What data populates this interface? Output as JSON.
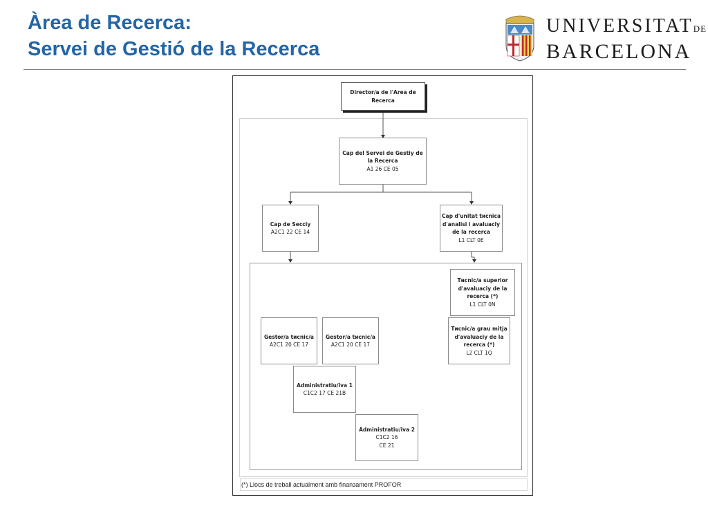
{
  "title": {
    "line1": "Àrea de Recerca:",
    "line2": "Servei de Gestió de la Recerca"
  },
  "logo": {
    "word1": "UNIVERSITAT",
    "word_de": "DE",
    "word2": "BARCELONA",
    "crest_icon": "university-crest-icon"
  },
  "org_chart": {
    "director": {
      "title": "Director/a de l'Area de Recerca"
    },
    "cap_servei": {
      "title": "Cap del Servei de Gestiy de la Recerca",
      "code": "A1 26 CE 05"
    },
    "cap_seccio": {
      "title": "Cap de Secciy",
      "code": "A2C1 22 CE 14"
    },
    "cap_unitat": {
      "title": "Cap d'unitat tиcnica d'analisi i avaluaciy de la recerca",
      "code": "L1 CLT 0E"
    },
    "tecnic_superior": {
      "title": "Tиcnic/a superior d'avaluaciy de la recerca (*)",
      "code": "L1 CLT 0N"
    },
    "tecnic_grau_mitja": {
      "title": "Tиcnic/a grau mitja d'avaluaciy de la recerca (*)",
      "code": "L2 CLT 1Q"
    },
    "gestor_1": {
      "title": "Gestor/a tиcnic/a",
      "code": "A2C1 20 CE 17"
    },
    "gestor_2": {
      "title": "Gestor/a tиcnic/a",
      "code": "A2C1 20 CE 17"
    },
    "admin_1": {
      "title": "Administratiu/iva 1",
      "code": "C1C2 17 CE 21B"
    },
    "admin_2": {
      "title": "Administratiu/iva 2",
      "code_line1": "C1C2 16",
      "code_line2": "CE 21"
    },
    "footnote": "(*) Llocs de treball actualment amb finanзament PROFOR"
  }
}
